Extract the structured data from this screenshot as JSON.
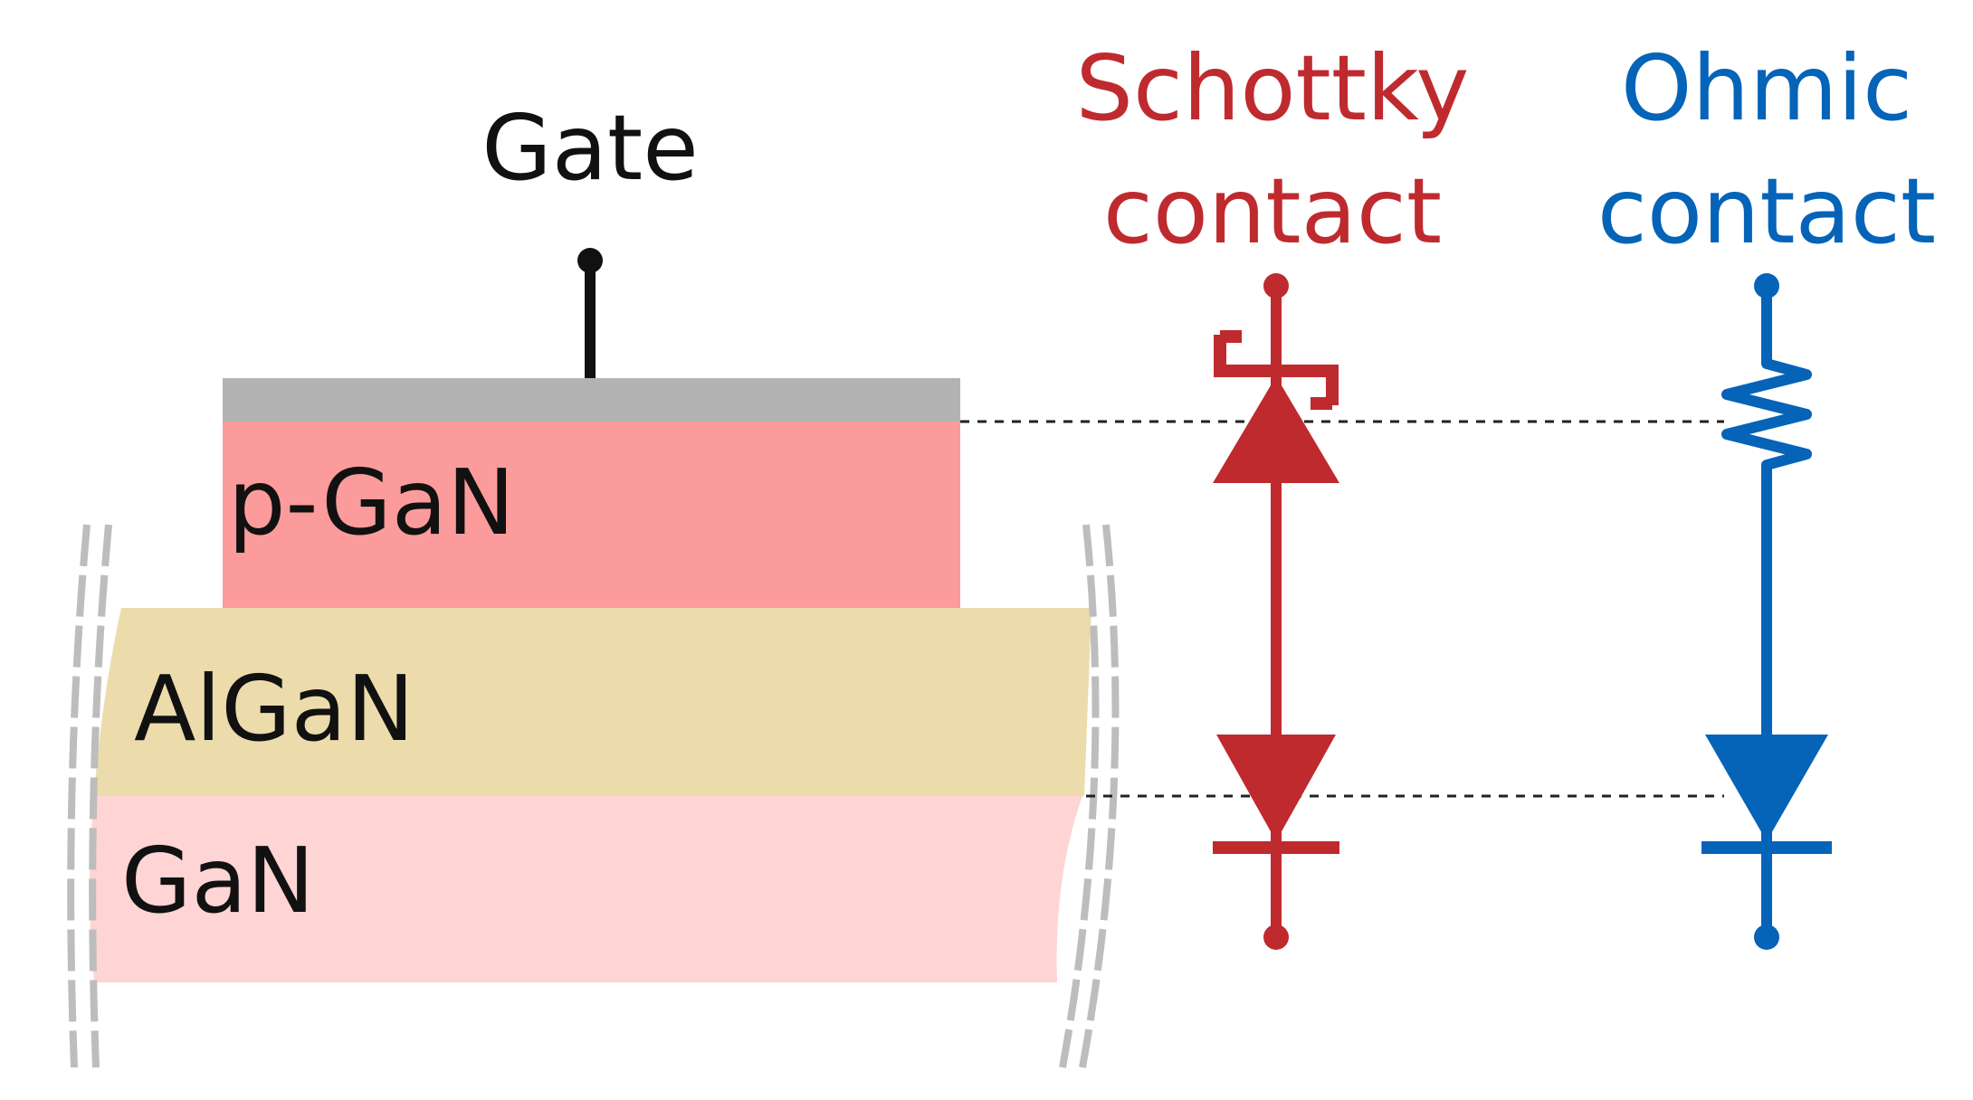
{
  "gate": {
    "label": "Gate"
  },
  "layers": {
    "pgan": {
      "label": "p-GaN"
    },
    "algan": {
      "label": "AlGaN"
    },
    "gan": {
      "label": "GaN"
    }
  },
  "schottky": {
    "line1": "Schottky",
    "line2": "contact"
  },
  "ohmic": {
    "line1": "Ohmic",
    "line2": "contact"
  },
  "colors": {
    "metal": "#b3b3b3",
    "pgan": "#fc9b9b",
    "algan": "#ecdcac",
    "gan": "#fed4d4",
    "schottky": "#bf2a2f",
    "ohmic": "#0563b8",
    "lead": "#111111",
    "break_marks": "#bdbdbd"
  }
}
